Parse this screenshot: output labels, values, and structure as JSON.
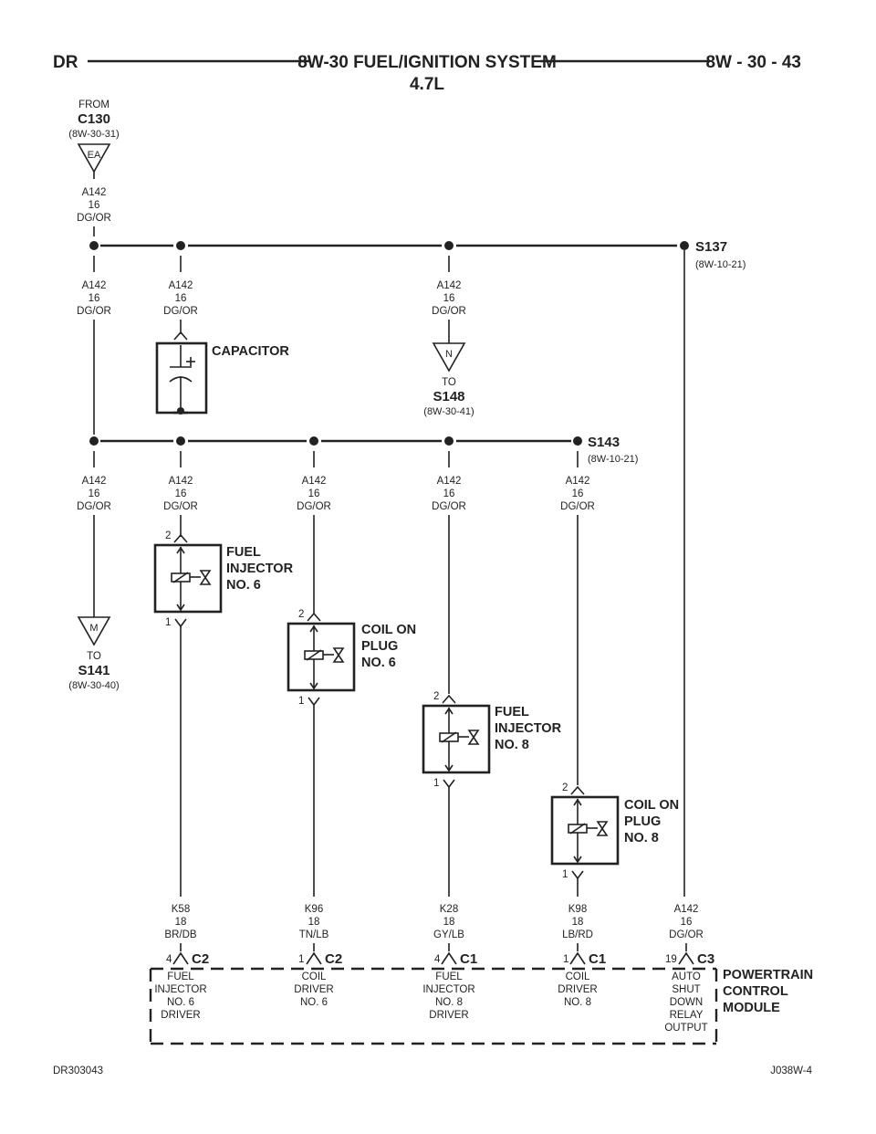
{
  "header": {
    "left": "DR",
    "title": "8W-30 FUEL/IGNITION SYSTEM",
    "subtitle": "4.7L",
    "page": "8W - 30 - 43"
  },
  "wire": {
    "circuit": "A142",
    "gauge": "16",
    "color": "DG/OR"
  },
  "from_c130": {
    "prefix": "FROM",
    "name": "C130",
    "ref": "(8W-30-31)",
    "tag": "EA"
  },
  "splices": {
    "s137": {
      "name": "S137",
      "ref": "(8W-10-21)"
    },
    "s143": {
      "name": "S143",
      "ref": "(8W-10-21)"
    }
  },
  "to_s148": {
    "prefix": "TO",
    "name": "S148",
    "ref": "(8W-30-41)",
    "tag": "N"
  },
  "to_s141": {
    "prefix": "TO",
    "name": "S141",
    "ref": "(8W-30-40)",
    "tag": "M"
  },
  "capacitor": {
    "label": "CAPACITOR"
  },
  "components": {
    "inj6": {
      "line1": "FUEL",
      "line2": "INJECTOR",
      "line3": "NO. 6",
      "pin_top": "2",
      "pin_bot": "1"
    },
    "cop6": {
      "line1": "COIL ON",
      "line2": "PLUG",
      "line3": "NO. 6",
      "pin_top": "2",
      "pin_bot": "1"
    },
    "inj8": {
      "line1": "FUEL",
      "line2": "INJECTOR",
      "line3": "NO. 8",
      "pin_top": "2",
      "pin_bot": "1"
    },
    "cop8": {
      "line1": "COIL ON",
      "line2": "PLUG",
      "line3": "NO. 8",
      "pin_top": "2",
      "pin_bot": "1"
    }
  },
  "bottom_wires": [
    {
      "circuit": "K58",
      "gauge": "18",
      "color": "BR/DB"
    },
    {
      "circuit": "K96",
      "gauge": "18",
      "color": "TN/LB"
    },
    {
      "circuit": "K28",
      "gauge": "18",
      "color": "GY/LB"
    },
    {
      "circuit": "K98",
      "gauge": "18",
      "color": "LB/RD"
    },
    {
      "circuit": "A142",
      "gauge": "16",
      "color": "DG/OR"
    }
  ],
  "pcm_pins": [
    {
      "pin": "4",
      "connector": "C2",
      "l1": "FUEL",
      "l2": "INJECTOR",
      "l3": "NO. 6",
      "l4": "DRIVER",
      "l5": ""
    },
    {
      "pin": "1",
      "connector": "C2",
      "l1": "COIL",
      "l2": "DRIVER",
      "l3": "NO. 6",
      "l4": "",
      "l5": ""
    },
    {
      "pin": "4",
      "connector": "C1",
      "l1": "FUEL",
      "l2": "INJECTOR",
      "l3": "NO. 8",
      "l4": "DRIVER",
      "l5": ""
    },
    {
      "pin": "1",
      "connector": "C1",
      "l1": "COIL",
      "l2": "DRIVER",
      "l3": "NO. 8",
      "l4": "",
      "l5": ""
    },
    {
      "pin": "19",
      "connector": "C3",
      "l1": "AUTO",
      "l2": "SHUT",
      "l3": "DOWN",
      "l4": "RELAY",
      "l5": "OUTPUT"
    }
  ],
  "pcm": {
    "line1": "POWERTRAIN",
    "line2": "CONTROL",
    "line3": "MODULE"
  },
  "footer": {
    "left": "DR303043",
    "right": "J038W-4"
  }
}
